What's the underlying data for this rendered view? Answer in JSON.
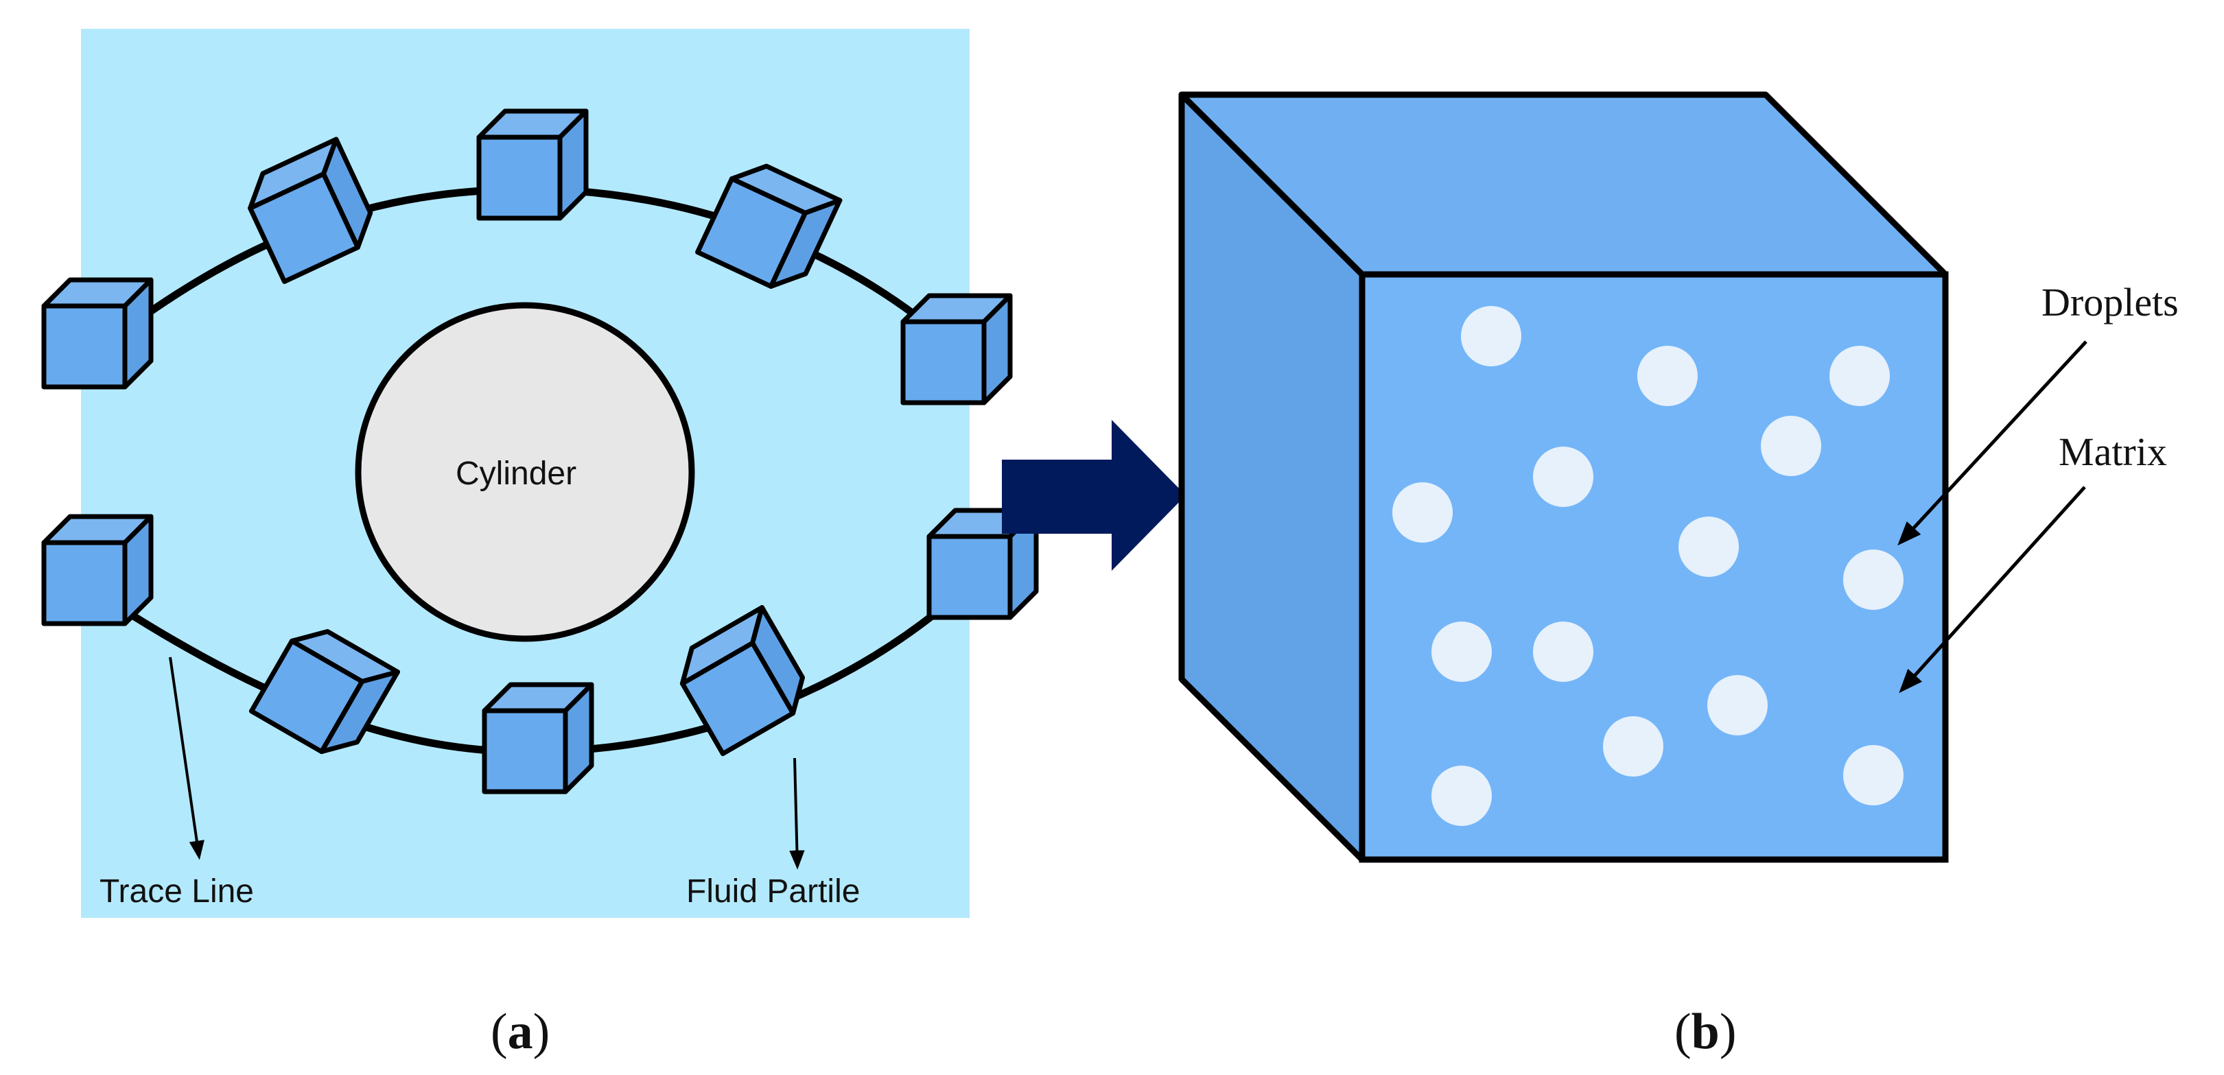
{
  "panel_a": {
    "obstacle_label": "Cylinder",
    "trace_line_label": "Trace Line",
    "fluid_particle_label": "Fluid Partile",
    "caption_open": "(",
    "caption_letter": "a",
    "caption_close": ")"
  },
  "panel_b": {
    "droplets_label": "Droplets",
    "matrix_label": "Matrix",
    "caption_open": "(",
    "caption_letter": "b",
    "caption_close": ")"
  },
  "colors": {
    "fluid_background": "#b3e9fc",
    "particle_cube": "#67aaee",
    "cylinder": "#e7e7e7",
    "transition_arrow": "#001a5c",
    "matrix_front": "#74b5f8",
    "matrix_top": "#70b0f2",
    "matrix_side": "#62a2e6",
    "droplet": "#e6f1fc",
    "outline": "#000000"
  }
}
